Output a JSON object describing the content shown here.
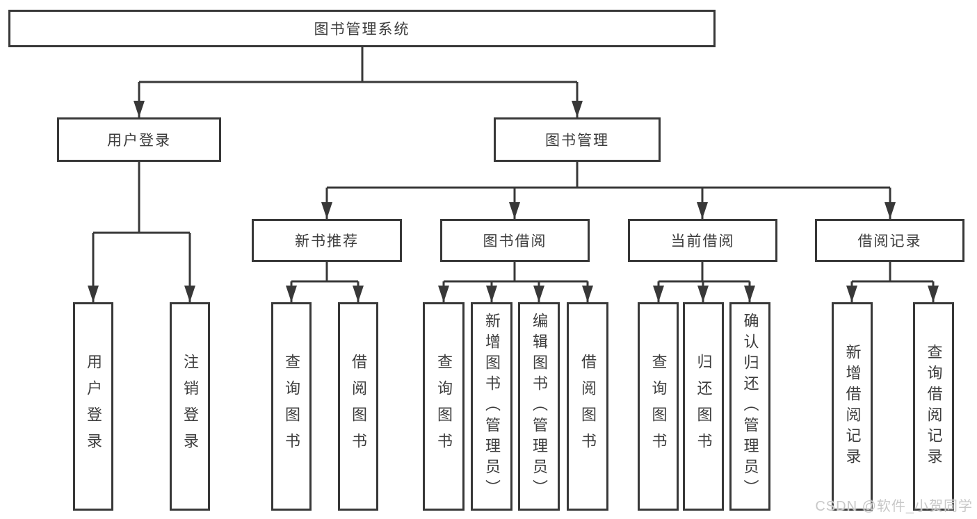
{
  "diagram": {
    "root": "图书管理系统",
    "branches": [
      {
        "label": "用户登录",
        "children": [
          "用户登录",
          "注销登录"
        ]
      },
      {
        "label": "图书管理",
        "groups": [
          {
            "label": "新书推荐",
            "children": [
              "查询图书",
              "借阅图书"
            ]
          },
          {
            "label": "图书借阅",
            "children": [
              "查询图书",
              "新增图书（管理员）",
              "编辑图书（管理员）",
              "借阅图书"
            ]
          },
          {
            "label": "当前借阅",
            "children": [
              "查询图书",
              "归还图书",
              "确认归还（管理员）"
            ]
          },
          {
            "label": "借阅记录",
            "children": [
              "新增借阅记录",
              "查询借阅记录"
            ]
          }
        ]
      }
    ]
  },
  "watermark": {
    "text": "CSDN @软件_小贺同学"
  },
  "colors": {
    "line": "#383838",
    "box_border": "#383838",
    "text": "#3d3d3d",
    "background": "#ffffff",
    "watermark": "#c8c8c8"
  }
}
